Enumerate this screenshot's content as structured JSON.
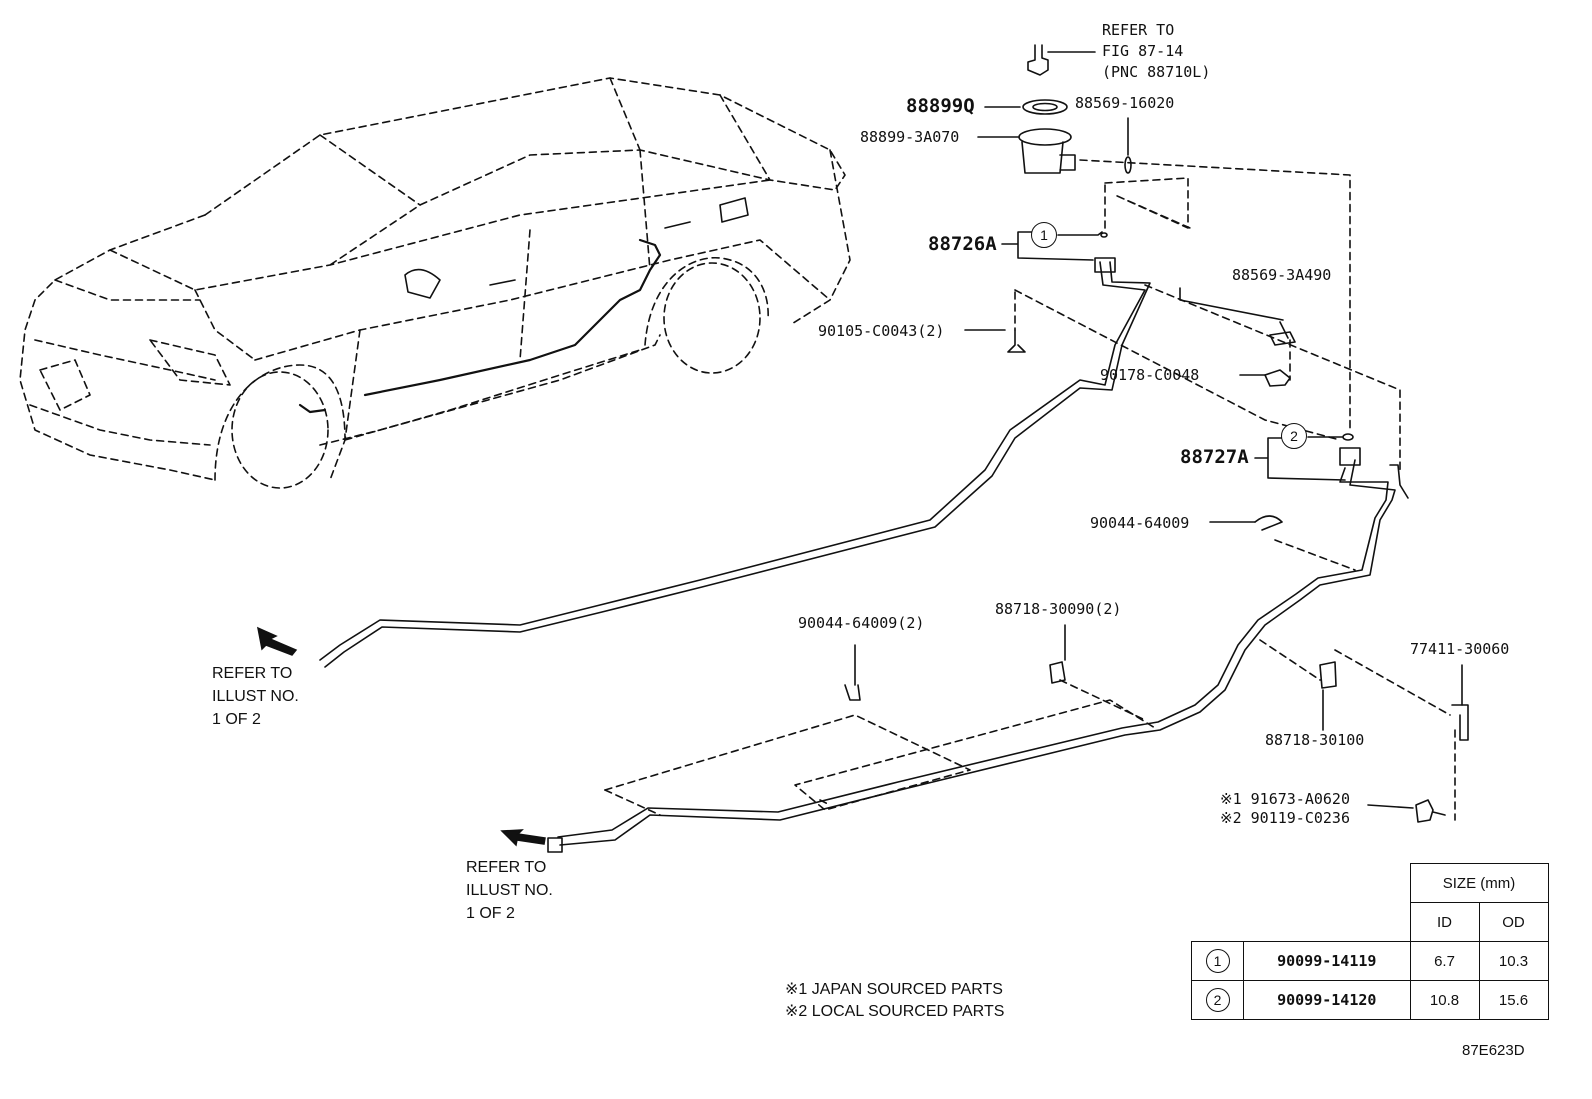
{
  "refer_top": [
    "REFER TO",
    "FIG 87-14",
    "(PNC 88710L)"
  ],
  "parts": {
    "p88899Q": "88899Q",
    "p88899_3A070": "88899-3A070",
    "p88569_16020": "88569-16020",
    "p88726A": "88726A",
    "p88569_3A490": "88569-3A490",
    "p90105_C0043": "90105-C0043(2)",
    "p90178_C0048": "90178-C0048",
    "p88727A": "88727A",
    "p90044_64009": "90044-64009",
    "p90044_64009_2": "90044-64009(2)",
    "p88718_30090": "88718-30090(2)",
    "p77411_30060": "77411-30060",
    "p88718_30100": "88718-30100",
    "p91673_A0620": "※1 91673-A0620",
    "p90119_C0236": "※2 90119-C0236"
  },
  "callouts": {
    "c1": "1",
    "c2": "2"
  },
  "refer_left": [
    "REFER TO",
    "ILLUST NO.",
    "1 OF 2"
  ],
  "refer_bottom": [
    "REFER TO",
    "ILLUST NO.",
    "1 OF 2"
  ],
  "notes": [
    "※1 JAPAN SOURCED PARTS",
    "※2 LOCAL SOURCED PARTS"
  ],
  "size_table": {
    "header": "SIZE (mm)",
    "col_id": "ID",
    "col_od": "OD",
    "rows": [
      {
        "mark": "1",
        "part": "90099-14119",
        "id": "6.7",
        "od": "10.3"
      },
      {
        "mark": "2",
        "part": "90099-14120",
        "id": "10.8",
        "od": "15.6"
      }
    ]
  },
  "figure_id": "87E623D"
}
